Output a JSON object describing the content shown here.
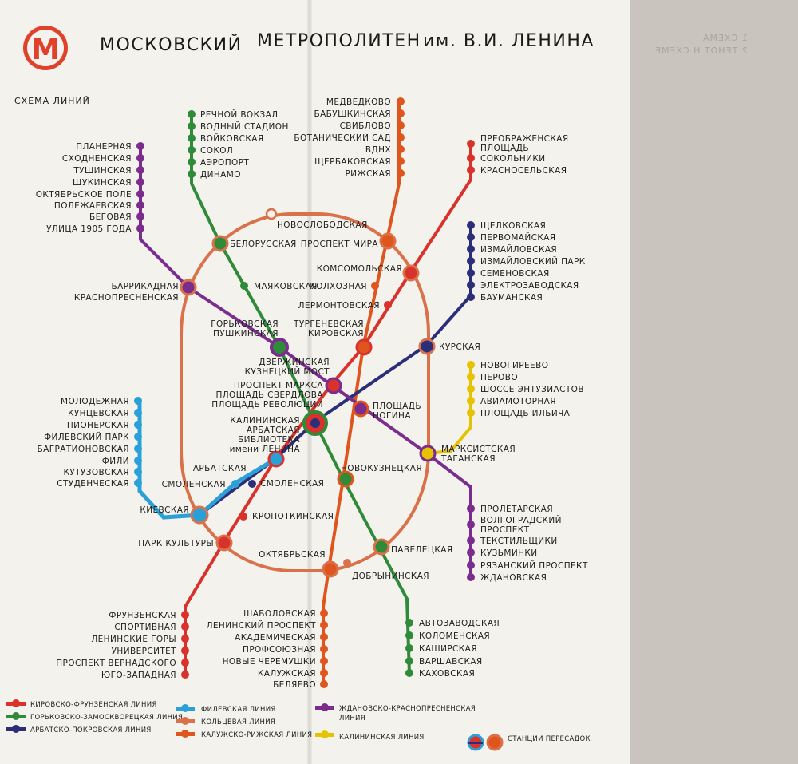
{
  "header": {
    "logo_letter": "М",
    "title_part1": "МОСКОВСКИЙ",
    "title_part2": "МЕТРОПОЛИТЕН",
    "title_part3": "им. В.И. ЛЕНИНА",
    "subtitle": "СХЕМА ЛИНИЙ"
  },
  "back_page_text": [
    "1 СХЕМА",
    "2 ТЕНОТ Н СХЕМЕ"
  ],
  "colors": {
    "kirovsko_frunzenskaya": "#d9312b",
    "gorkovsko_zamoskvoretskaya": "#2f8b3a",
    "arbatsko_pokrovskaya": "#2b2f7a",
    "filevskaya": "#2aa0d8",
    "koltsevaya": "#d9724a",
    "kaluzhsko_rizhskaya": "#e0541e",
    "zhdanovsko_krasnopresnenskaya": "#7b2d8e",
    "kalininskaya": "#e6c300"
  },
  "stations": {
    "green_north": [
      "РЕЧНОЙ ВОКЗАЛ",
      "ВОДНЫЙ СТАДИОН",
      "ВОЙКОВСКАЯ",
      "СОКОЛ",
      "АЭРОПОРТ",
      "ДИНАМО"
    ],
    "orange_north": [
      "МЕДВЕДКОВО",
      "БАБУШКИНСКАЯ",
      "СВИБЛОВО",
      "БОТАНИЧЕСКИЙ САД",
      "ВДНХ",
      "ЩЕРБАКОВСКАЯ",
      "РИЖСКАЯ"
    ],
    "red_north": [
      "ПРЕОБРАЖЕНСКАЯ",
      "ПЛОЩАДЬ",
      "СОКОЛЬНИКИ",
      "КРАСНОСЕЛЬСКАЯ"
    ],
    "purple_nw": [
      "ПЛАНЕРНАЯ",
      "СХОДНЕНСКАЯ",
      "ТУШИНСКАЯ",
      "ЩУКИНСКАЯ",
      "ОКТЯБРЬСКОЕ ПОЛЕ",
      "ПОЛЕЖАЕВСКАЯ",
      "БЕГОВАЯ",
      "УЛИЦА 1905 ГОДА"
    ],
    "blue_east": [
      "ЩЕЛКОВСКАЯ",
      "ПЕРВОМАЙСКАЯ",
      "ИЗМАЙЛОВСКАЯ",
      "ИЗМАЙЛОВСКИЙ ПАРК",
      "СЕМЕНОВСКАЯ",
      "ЭЛЕКТРОЗАВОДСКАЯ",
      "БАУМАНСКАЯ"
    ],
    "yellow_east": [
      "НОВОГИРЕЕВО",
      "ПЕРОВО",
      "ШОССЕ ЭНТУЗИАСТОВ",
      "АВИАМОТОРНАЯ",
      "ПЛОЩАДЬ ИЛЬИЧА"
    ],
    "cyan_west": [
      "МОЛОДЕЖНАЯ",
      "КУНЦЕВСКАЯ",
      "ПИОНЕРСКАЯ",
      "ФИЛЕВСКИЙ ПАРК",
      "БАГРАТИОНОВСКАЯ",
      "ФИЛИ",
      "КУТУЗОВСКАЯ",
      "СТУДЕНЧЕСКАЯ"
    ],
    "purple_se": [
      "ПРОЛЕТАРСКАЯ",
      "ВОЛГОГРАДСКИЙ",
      "ПРОСПЕКТ",
      "ТЕКСТИЛЬЩИКИ",
      "КУЗЬМИНКИ",
      "РЯЗАНСКИЙ ПРОСПЕКТ",
      "ЖДАНОВСКАЯ"
    ],
    "red_south": [
      "ФРУНЗЕНСКАЯ",
      "СПОРТИВНАЯ",
      "ЛЕНИНСКИЕ ГОРЫ",
      "УНИВЕРСИТЕТ",
      "ПРОСПЕКТ ВЕРНАДСКОГО",
      "ЮГО-ЗАПАДНАЯ"
    ],
    "orange_south": [
      "ШАБОЛОВСКАЯ",
      "ЛЕНИНСКИЙ ПРОСПЕКТ",
      "АКАДЕМИЧЕСКАЯ",
      "ПРОФСОЮЗНАЯ",
      "НОВЫЕ ЧЕРЕМУШКИ",
      "КАЛУЖСКАЯ",
      "БЕЛЯЕВО"
    ],
    "green_south": [
      "АВТОЗАВОДСКАЯ",
      "КОЛОМЕНСКАЯ",
      "КАШИРСКАЯ",
      "ВАРШАВСКАЯ",
      "КАХОВСКАЯ"
    ],
    "center": {
      "novoslobodskaya": "НОВОСЛОБОДСКАЯ",
      "belorusskaya": "БЕЛОРУССКАЯ",
      "prospekt_mira": "ПРОСПЕКТ МИРА",
      "komsomolskaya": "КОМСОМОЛЬСКАЯ",
      "kolkhoznaya": "КОЛХОЗНАЯ",
      "lermontovskaya": "ЛЕРМОНТОВСКАЯ",
      "mayakovskaya": "МАЯКОВСКАЯ",
      "barrikadnaya": "БАРРИКАДНАЯ",
      "krasnopresnenskaya": "КРАСНОПРЕСНЕНСКАЯ",
      "gorkovskaya": "ГОРЬКОВСКАЯ",
      "pushkinskaya": "ПУШКИНСКАЯ",
      "turgenevskaya": "ТУРГЕНЕВСКАЯ",
      "kirovskaya": "КИРОВСКАЯ",
      "kurskaya": "КУРСКАЯ",
      "dzerzhinskaya": "ДЗЕРЖИНСКАЯ",
      "kuznetsky_most": "КУЗНЕЦКИЙ МОСТ",
      "prospekt_marksa": "ПРОСПЕКТ МАРКСА",
      "ploshchad_sverdlova": "ПЛОЩАДЬ СВЕРДЛОВА",
      "ploshchad_revolyutsii": "ПЛОЩАДЬ РЕВОЛЮЦИИ",
      "ploshchad": "ПЛОЩАДЬ",
      "nogina": "НОГИНА",
      "kalininskaya": "КАЛИНИНСКАЯ",
      "arbatskaya_center": "АРБАТСКАЯ",
      "biblioteka": "БИБЛИОТЕКА",
      "imeni_lenina": "имени ЛЕНИНА",
      "marksistskaya": "МАРКСИСТСКАЯ",
      "taganskaya": "ТАГАНСКАЯ",
      "novokuznetskaya": "НОВОКУЗНЕЦКАЯ",
      "arbatskaya_fil": "АРБАТСКАЯ",
      "smolenskaya_fil": "СМОЛЕНСКАЯ",
      "smolenskaya_arb": "СМОЛЕНСКАЯ",
      "kievskaya": "КИЕВСКАЯ",
      "kropotkinskaya": "КРОПОТКИНСКАЯ",
      "park_kultury": "ПАРК КУЛЬТУРЫ",
      "oktyabrskaya": "ОКТЯБРЬСКАЯ",
      "paveletskaya": "ПАВЕЛЕЦКАЯ",
      "dobryninskaya": "ДОБРЫНИНСКАЯ"
    }
  },
  "legend": {
    "kirovsko": "КИРОВСКО-ФРУНЗЕНСКАЯ ЛИНИЯ",
    "gorkovsko": "ГОРЬКОВСКО-ЗАМОСКВОРЕЦКАЯ ЛИНИЯ",
    "arbatsko": "АРБАТСКО-ПОКРОВСКАЯ ЛИНИЯ",
    "filevskaya": "ФИЛЕВСКАЯ ЛИНИЯ",
    "koltsevaya": "КОЛЬЦЕВАЯ ЛИНИЯ",
    "kaluzhsko": "КАЛУЖСКО-РИЖСКАЯ ЛИНИЯ",
    "zhdanovsko_1": "ЖДАНОВСКО-КРАСНОПРЕСНЕНСКАЯ",
    "zhdanovsko_2": "ЛИНИЯ",
    "kalininskaya": "КАЛИНИНСКАЯ ЛИНИЯ",
    "transfers": "СТАНЦИИ ПЕРЕСАДОК"
  }
}
